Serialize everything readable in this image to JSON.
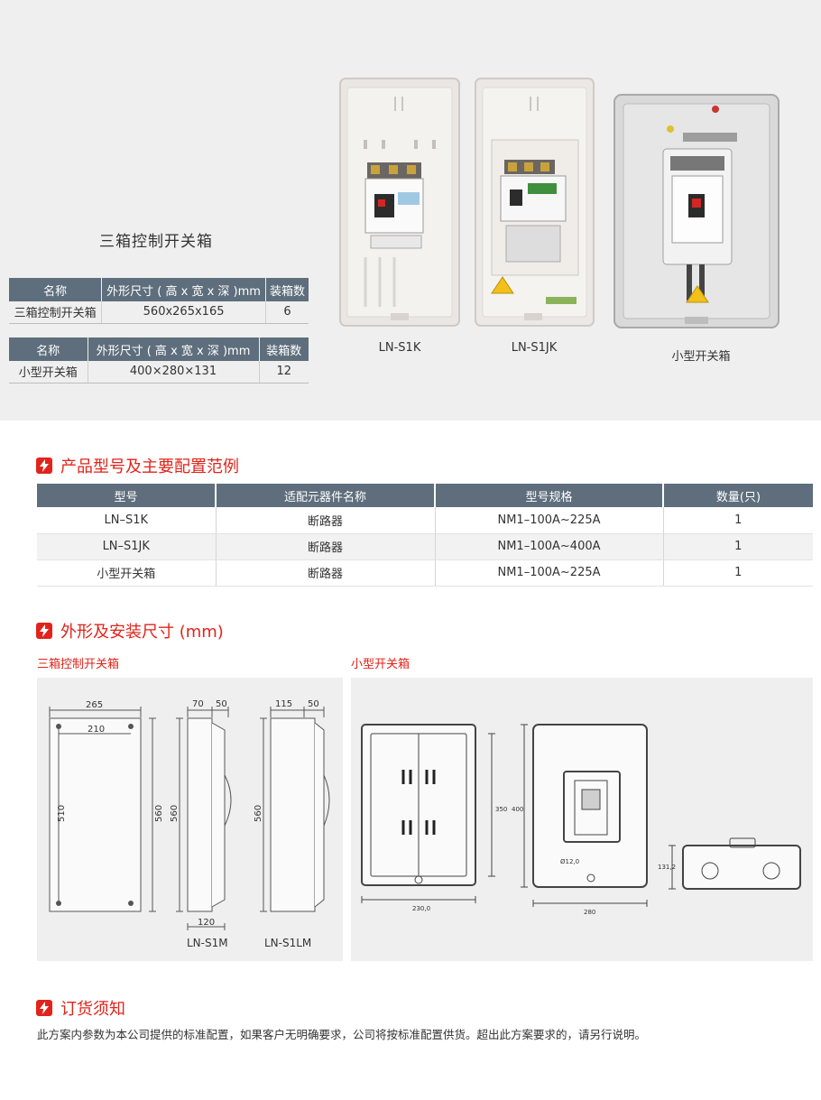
{
  "top": {
    "title": "三箱控制开关箱",
    "table1": {
      "headers": [
        "名称",
        "外形尺寸 ( 高 x 宽 x 深 )mm",
        "装箱数"
      ],
      "row": [
        "三箱控制开关箱",
        "560x265x165",
        "6"
      ]
    },
    "table2": {
      "headers": [
        "名称",
        "外形尺寸 ( 高 x 宽 x 深 )mm",
        "装箱数"
      ],
      "row": [
        "小型开关箱",
        "400×280×131",
        "12"
      ]
    },
    "photos": [
      {
        "caption": "LN-S1K"
      },
      {
        "caption": "LN-S1JK"
      },
      {
        "caption": "小型开关箱"
      }
    ]
  },
  "config": {
    "title": "产品型号及主要配置范例",
    "headers": [
      "型号",
      "适配元器件名称",
      "型号规格",
      "数量(只)"
    ],
    "rows": [
      [
        "LN–S1K",
        "断路器",
        "NM1–100A~225A",
        "1"
      ],
      [
        "LN–S1JK",
        "断路器",
        "NM1–100A~400A",
        "1"
      ],
      [
        "小型开关箱",
        "断路器",
        "NM1–100A~225A",
        "1"
      ]
    ]
  },
  "dims": {
    "title": "外形及安装尺寸 (mm)",
    "left_label": "三箱控制开关箱",
    "right_label": "小型开关箱",
    "left": {
      "front": {
        "width": "265",
        "hole_span": "210",
        "hole_height": "510",
        "height": "560"
      },
      "side1": {
        "d1": "70",
        "d2": "50",
        "height": "560",
        "base": "120",
        "name": "LN-S1M"
      },
      "side2": {
        "d1": "115",
        "d2": "50",
        "height": "560",
        "name": "LN-S1LM"
      }
    },
    "right": {
      "inner_height": "350",
      "outer_height": "400",
      "inner_width": "230,0",
      "outer_width": "280",
      "hole": "Ø12,0",
      "depth": "131,2"
    }
  },
  "order": {
    "title": "订货须知",
    "text": "此方案内参数为本公司提供的标准配置，如果客户无明确要求，公司将按标准配置供货。超出此方案要求的，请另行说明。"
  },
  "colors": {
    "accent": "#e2231a",
    "header_bg": "#5e6e7c",
    "band_bg": "#efefef"
  }
}
